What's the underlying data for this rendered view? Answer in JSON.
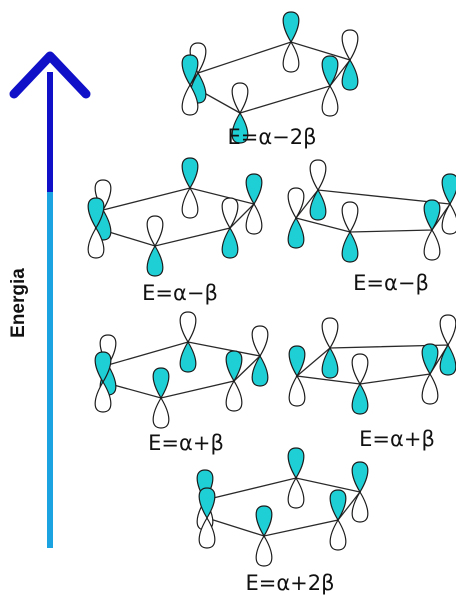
{
  "axis": {
    "label": "Energia",
    "arrow_top_color": "#1010c8",
    "arrow_bottom_color": "#1aa3e0"
  },
  "colors": {
    "lobe_filled": "#1ed0d6",
    "lobe_empty": "#ffffff",
    "outline": "#1c1c1c"
  },
  "levels": [
    {
      "id": "psi6",
      "energy_label": "E=α−2β",
      "ring": "flat",
      "top_lobes": [
        "empty",
        "filled",
        "empty",
        "filled",
        "empty",
        "filled"
      ]
    },
    {
      "id": "psi4",
      "energy_label": "E=α−β",
      "ring": "flat",
      "top_lobes": [
        "empty",
        "filled",
        "filled",
        "empty",
        "empty",
        "filled"
      ]
    },
    {
      "id": "psi5",
      "energy_label": "E=α−β",
      "ring": "pointy",
      "top_lobes": [
        "empty",
        "empty",
        "filled",
        "filled",
        "empty"
      ]
    },
    {
      "id": "psi2",
      "energy_label": "E=α+β",
      "ring": "flat",
      "top_lobes": [
        "empty",
        "empty",
        "empty",
        "filled",
        "filled",
        "filled"
      ]
    },
    {
      "id": "psi3",
      "energy_label": "E=α+β",
      "ring": "pointy",
      "top_lobes": [
        "filled",
        "empty",
        "empty",
        "filled",
        "empty"
      ]
    },
    {
      "id": "psi1",
      "energy_label": "E=α+2β",
      "ring": "flat",
      "top_lobes": [
        "filled",
        "filled",
        "filled",
        "filled",
        "filled",
        "filled"
      ]
    }
  ]
}
